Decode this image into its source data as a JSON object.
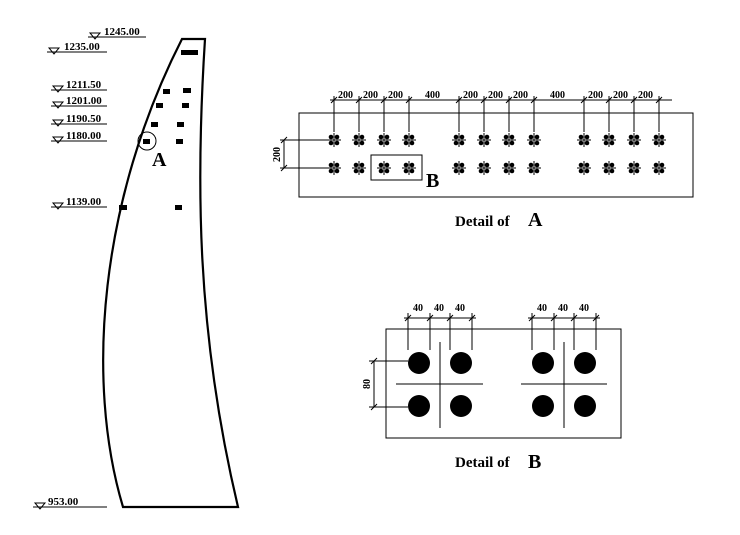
{
  "elevations": [
    "1245.00",
    "1235.00",
    "1211.50",
    "1201.00",
    "1190.50",
    "1180.00",
    "1139.00",
    "953.00"
  ],
  "section_marker": "A",
  "detail_a": {
    "caption_prefix": "Detail of",
    "caption_letter": "A",
    "spacing_labels": [
      "200",
      "200",
      "200",
      "400",
      "200",
      "200",
      "200",
      "400",
      "200",
      "200",
      "200"
    ],
    "row_spacing_label": "200",
    "callout_label": "B"
  },
  "detail_b": {
    "caption_prefix": "Detail of",
    "caption_letter": "B",
    "spacing_labels_left": [
      "40",
      "40",
      "40"
    ],
    "spacing_labels_right": [
      "40",
      "40",
      "40"
    ],
    "row_spacing_label": "80"
  }
}
